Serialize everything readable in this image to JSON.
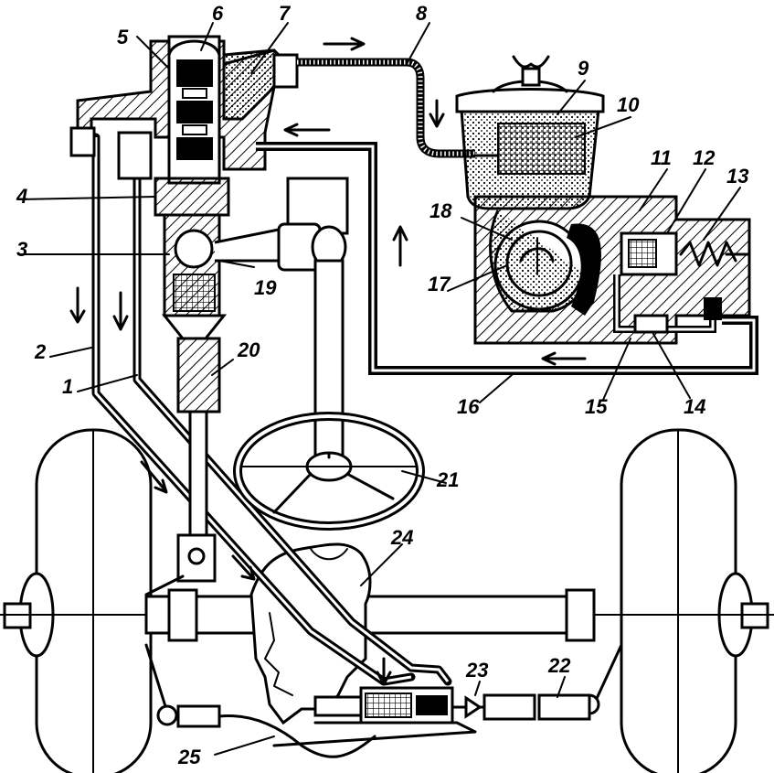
{
  "labels": [
    "1",
    "2",
    "3",
    "4",
    "5",
    "6",
    "7",
    "8",
    "9",
    "10",
    "11",
    "12",
    "13",
    "14",
    "15",
    "16",
    "17",
    "18",
    "19",
    "20",
    "21",
    "22",
    "23",
    "24",
    "25"
  ],
  "colors": {
    "ink": "#000000",
    "paper": "#ffffff"
  }
}
